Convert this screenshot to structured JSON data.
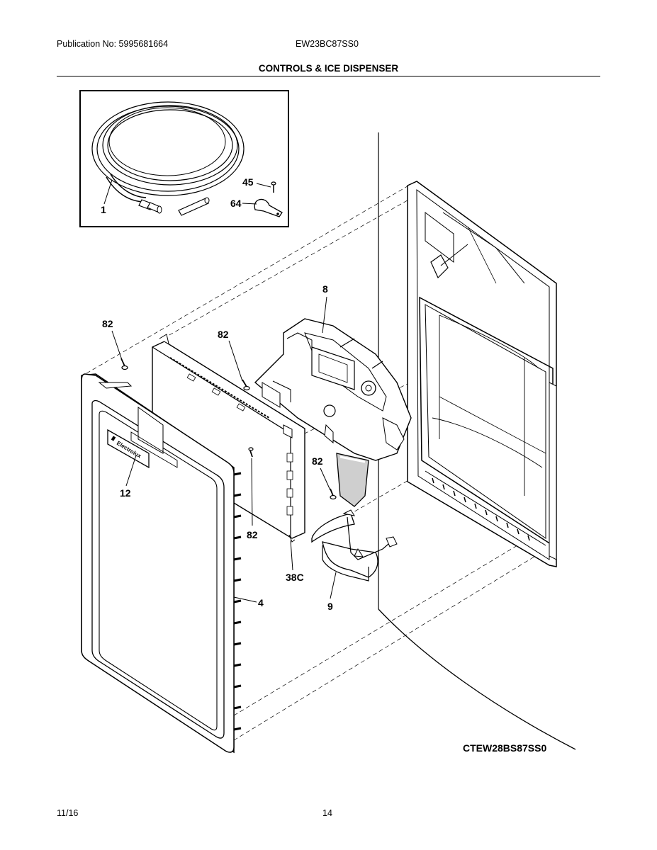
{
  "header": {
    "publication": "Publication No: 5995681664",
    "model": "EW23BC87SS0",
    "title": "CONTROLS & ICE DISPENSER"
  },
  "callouts": {
    "c1": "1",
    "c45": "45",
    "c64": "64",
    "c8": "8",
    "c82a": "82",
    "c82b": "82",
    "c82c": "82",
    "c82d": "82",
    "c12": "12",
    "c38c": "38C",
    "c4": "4",
    "c9": "9"
  },
  "panel_brand": "Electrolux",
  "diagram_code": "CTEW28BS87SS0",
  "footer": {
    "date": "11/16",
    "page": "14"
  }
}
